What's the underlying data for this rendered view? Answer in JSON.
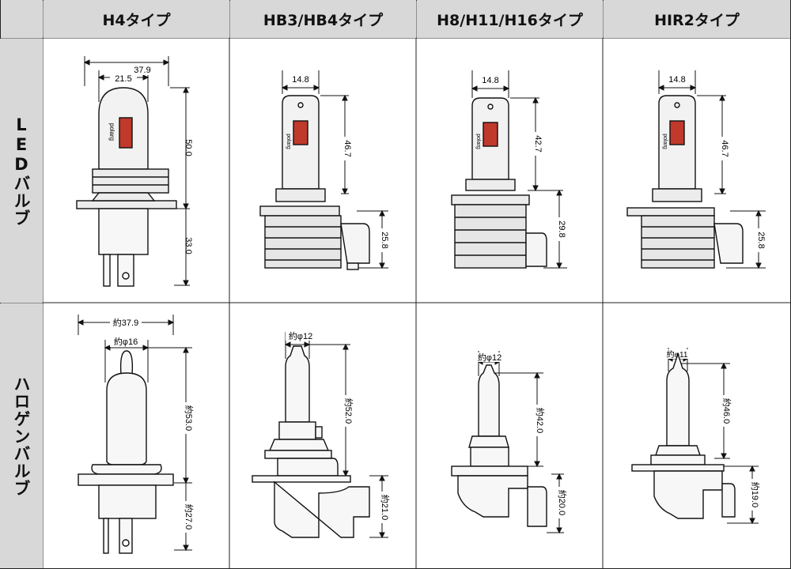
{
  "headers": {
    "corner": "",
    "h4": "H4タイプ",
    "hb3hb4": "HB3/HB4タイプ",
    "h8h11h16": "H8/H11/H16タイプ",
    "hir2": "HIR2タイプ"
  },
  "rows": {
    "led": "LEDバルブ",
    "halogen": "ハロゲンバルブ"
  },
  "brand": "polarg",
  "led": {
    "h4": {
      "width_total": "37.9",
      "width_inner": "21.5",
      "height_upper": "50.0",
      "height_lower": "33.0"
    },
    "hb3hb4": {
      "width": "14.8",
      "height_upper": "46.7",
      "height_lower": "25.8"
    },
    "h8h11h16": {
      "width": "14.8",
      "height_upper": "42.7",
      "height_lower": "29.8"
    },
    "hir2": {
      "width": "14.8",
      "height_upper": "46.7",
      "height_lower": "25.8"
    }
  },
  "halogen": {
    "h4": {
      "width_total": "約37.9",
      "width_inner": "約φ16",
      "height_upper": "約53.0",
      "height_lower": "約27.0"
    },
    "hb3hb4": {
      "width": "約φ12",
      "height_upper": "約52.0",
      "height_lower": "約21.0"
    },
    "h8h11h16": {
      "width": "約φ12",
      "height_upper": "約42.0",
      "height_lower": "約20.0"
    },
    "hir2": {
      "width": "約φ11",
      "height_upper": "約46.0",
      "height_lower": "約19.0"
    }
  },
  "colors": {
    "header_bg": "#d8d8d8",
    "grid_line": "#222222",
    "led_chip": "#c0392b",
    "bulb_fill": "#f7f7f7"
  }
}
